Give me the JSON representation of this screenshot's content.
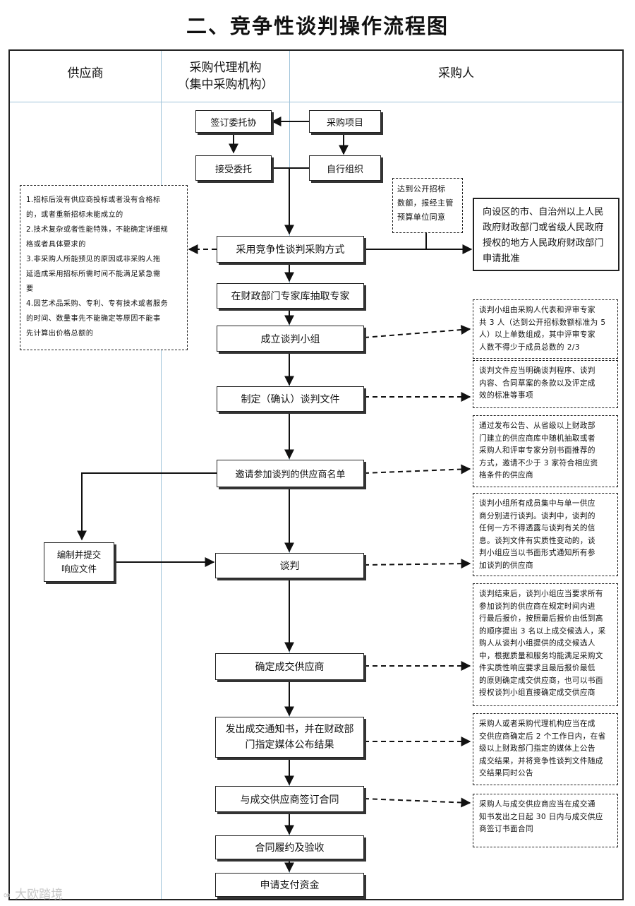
{
  "title": "二、竞争性谈判操作流程图",
  "lanes": {
    "supplier": "供应商",
    "agency_line1": "采购代理机构",
    "agency_line2": "（集中采购机构）",
    "purchaser": "采购人"
  },
  "boxes": {
    "sign_entrust": "签订委托协",
    "purchase_project": "采购项目",
    "accept_entrust": "接受委托",
    "self_organize": "自行组织",
    "adopt_method": "采用竞争性谈判采购方式",
    "draw_experts": "在财政部门专家库抽取专家",
    "form_team": "成立谈判小组",
    "make_docs": "制定（确认）谈判文件",
    "invite_list": "邀请参加谈判的供应商名单",
    "prepare_response_1": "编制并提交",
    "prepare_response_2": "响应文件",
    "negotiate": "谈判",
    "determine_supplier": "确定成交供应商",
    "issue_notice_1": "发出成交通知书，并在财政部",
    "issue_notice_2": "门指定媒体公布结果",
    "sign_contract": "与成交供应商签订合同",
    "perform": "合同履约及验收",
    "payment": "申请支付资金"
  },
  "notes": {
    "threshold": [
      "达到公开招标",
      "数额，报经主管",
      "预算单位同意"
    ],
    "approval": [
      "向设区的市、自治州以上人民",
      "政府财政部门或省级人民政府",
      "授权的地方人民政府财政部门",
      "申请批准"
    ],
    "conditions": [
      "1.招标后没有供应商投标或者没有合格标",
      "的，或者重新招标未能成立的",
      "2.技术复杂或者性能特殊，不能确定详细规",
      "格或者具体要求的",
      "3.非采购人所能预见的原因或非采购人拖",
      "延造成采用招标所需时间不能满足紧急需",
      "要",
      "4.因艺术品采购、专利、专有技术或者服务",
      "的时间、数量事先不能确定等原因不能事",
      "先计算出价格总额的"
    ],
    "team": [
      "谈判小组由采购人代表和评审专家",
      "共 3 人（达到公开招标数额标准为 5",
      "人）以上单数组成，其中评审专家",
      "人数不得少于成员总数的 2/3"
    ],
    "docs": [
      "谈判文件应当明确谈判程序、谈判",
      "内容、合同草案的条款以及评定成",
      "效的标准等事项"
    ],
    "invite": [
      "通过发布公告、从省级以上财政部",
      "门建立的供应商库中随机抽取或者",
      "采购人和评审专家分别书面推荐的",
      "方式，邀请不少于 3 家符合相应资",
      "格条件的供应商"
    ],
    "negotiate": [
      "谈判小组所有成员集中与单一供应",
      "商分别进行谈判。谈判中，谈判的",
      "任何一方不得透露与谈判有关的信",
      "息。谈判文件有实质性变动的，谈",
      "判小组应当以书面形式通知所有参",
      "加谈判的供应商"
    ],
    "determine": [
      "谈判结束后，谈判小组应当要求所有",
      "参加谈判的供应商在规定时间内进",
      "行最后报价，按照最后报价由低到高",
      "的顺序提出 3 名以上成交候选人，采",
      "购人从谈判小组提供的成交候选人",
      "中，根据质量和服务均能满足采购文",
      "件实质性响应要求且最后报价最低",
      "的原则确定成交供应商，也可以书面",
      "授权谈判小组直接确定成交供应商"
    ],
    "notice": [
      "采购人或者采购代理机构应当在成",
      "交供应商确定后 2 个工作日内，在省",
      "级以上财政部门指定的媒体上公告",
      "成交结果，并将竞争性谈判文件随成",
      "交结果同时公告"
    ],
    "contract": [
      "采购人与成交供应商应当在成交通",
      "知书发出之日起 30 日内与成交供应",
      "商签订书面合同"
    ]
  },
  "watermark": "大欧踏境"
}
